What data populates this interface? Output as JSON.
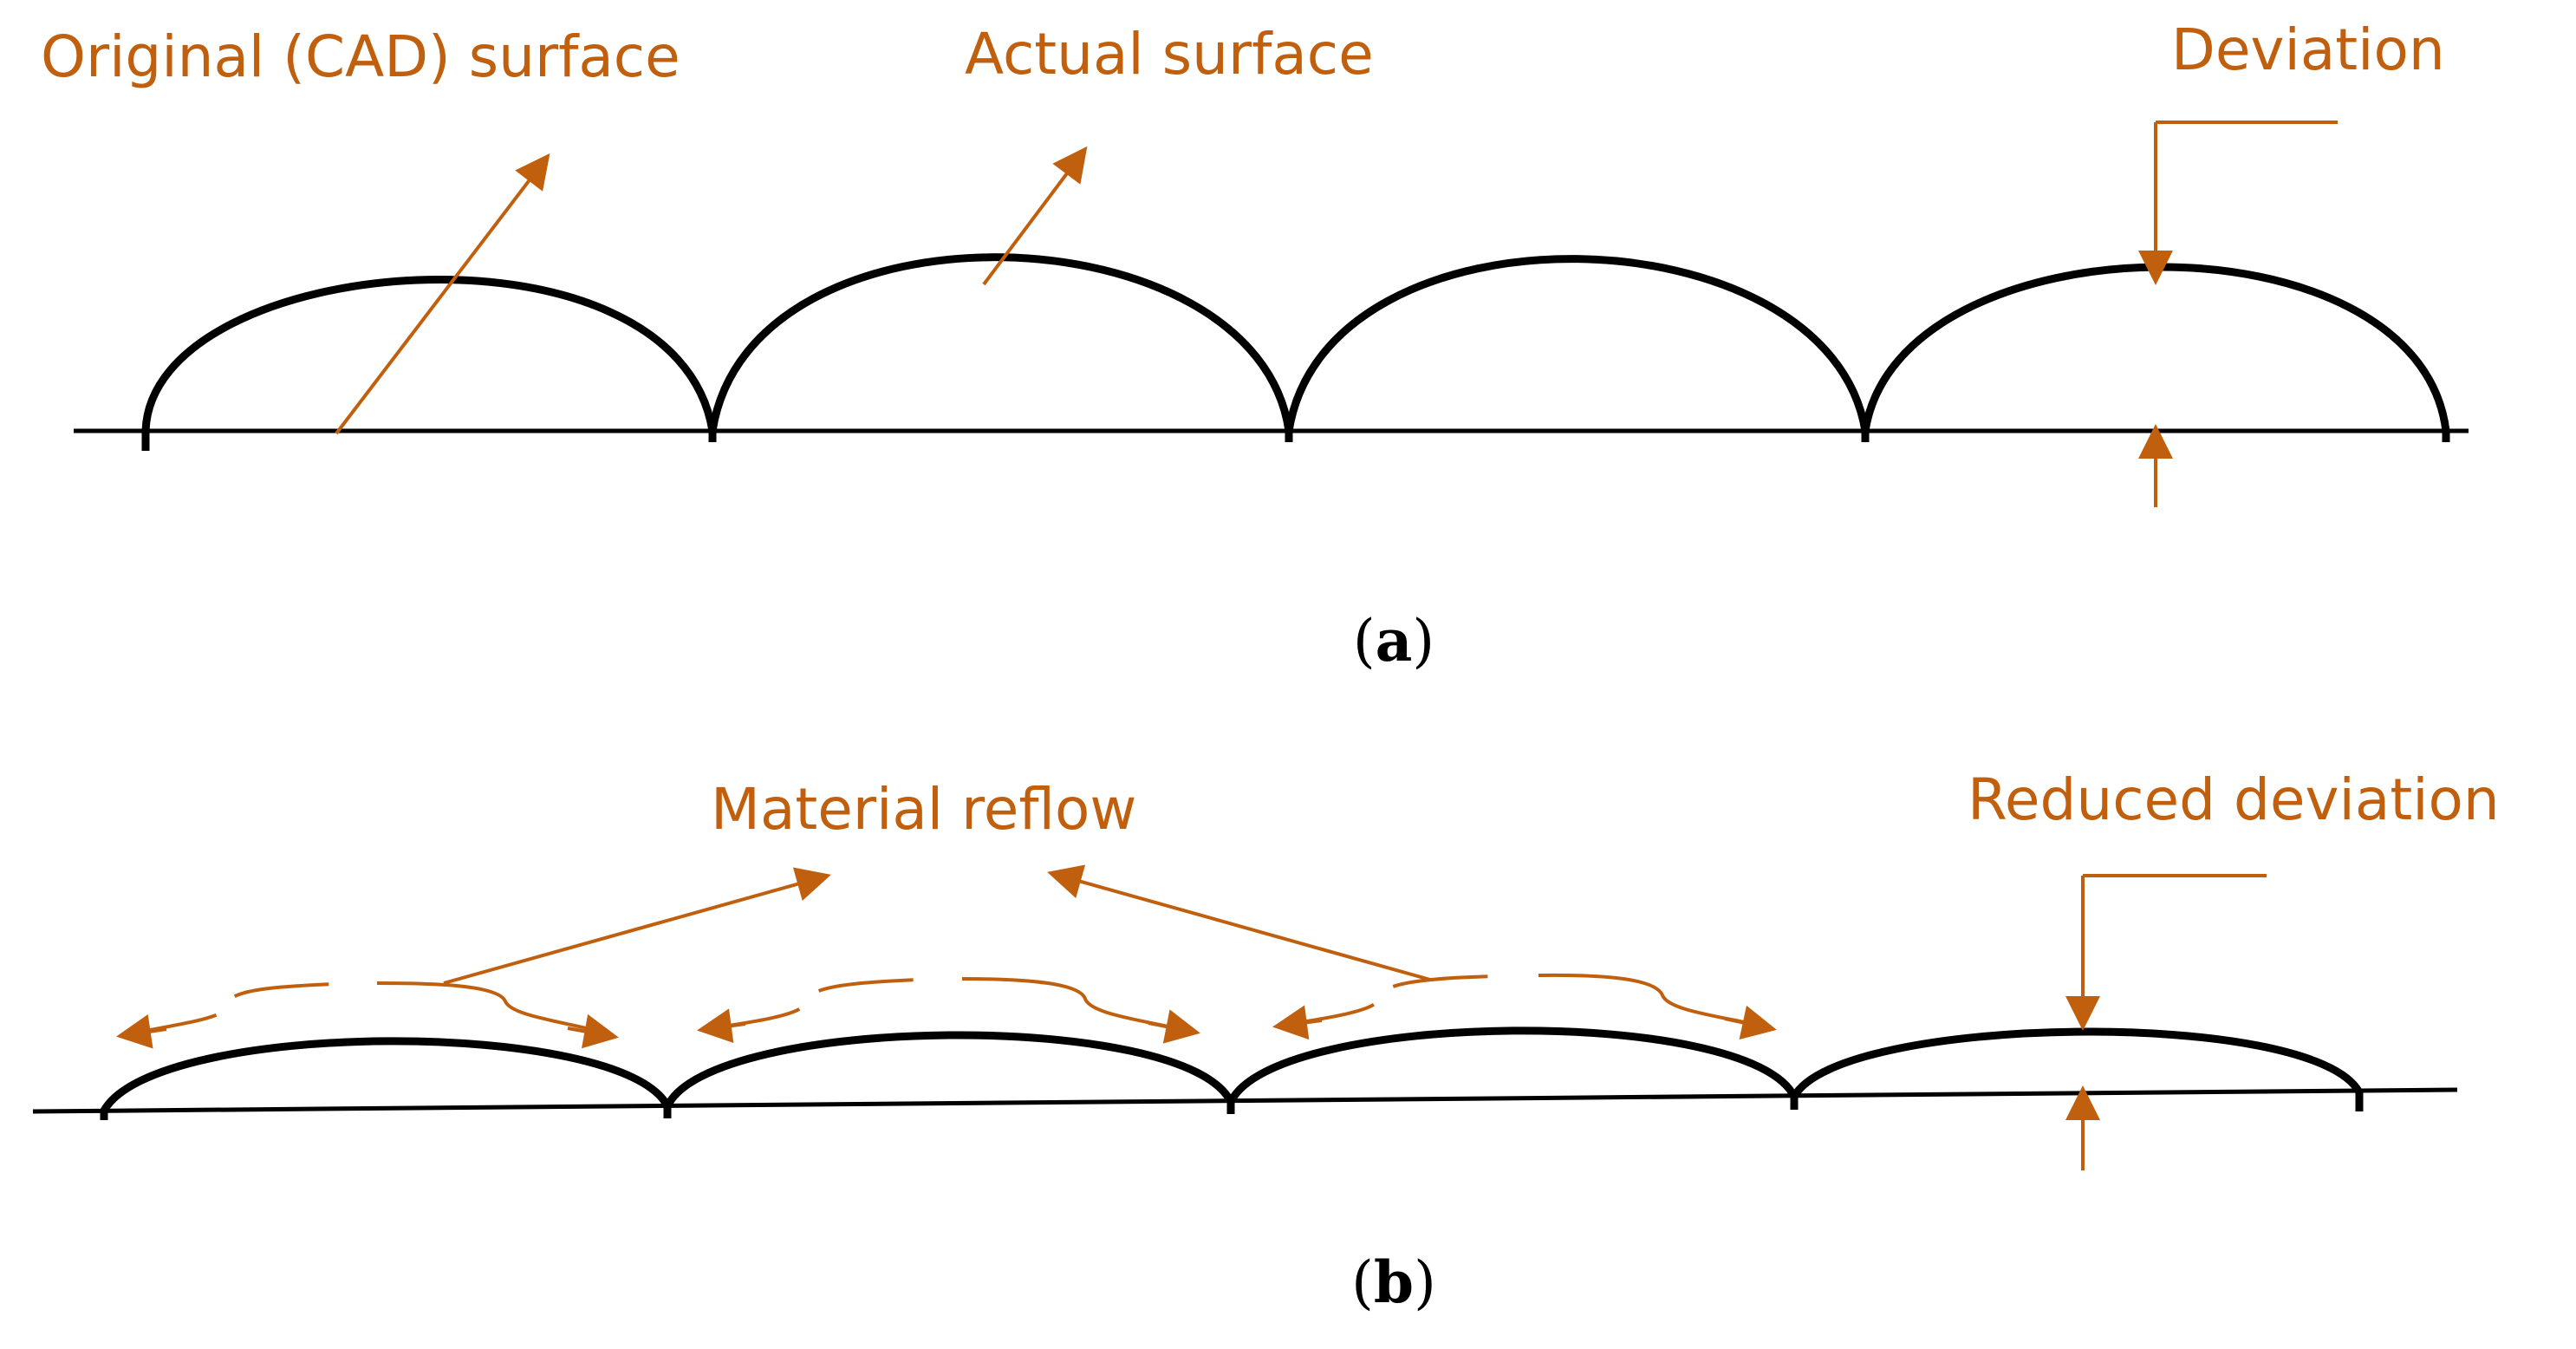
{
  "colors": {
    "accent": "#C0600F",
    "stroke": "#000000",
    "background": "#FFFFFF"
  },
  "panel_a": {
    "labels": {
      "original_surface": "Original (CAD) surface",
      "actual_surface": "Actual surface",
      "deviation": "Deviation"
    },
    "caption": {
      "open": "(",
      "letter": "a",
      "close": ")"
    }
  },
  "panel_b": {
    "labels": {
      "material_reflow": "Material reflow",
      "reduced_deviation": "Reduced deviation"
    },
    "caption": {
      "open": "(",
      "letter": "b",
      "close": ")"
    }
  }
}
